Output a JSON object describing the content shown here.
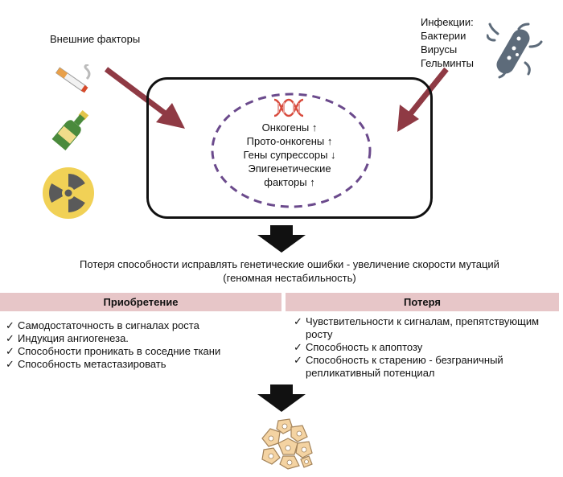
{
  "external": {
    "title": "Внешние факторы",
    "icons": [
      "cigarette-icon",
      "bottle-icon",
      "radiation-icon"
    ]
  },
  "infections": {
    "lines": [
      "Инфекции:",
      "Бактерии",
      "Вирусы",
      "Гельминты"
    ],
    "icon": "bacteria-icon"
  },
  "cell": {
    "icon": "dna-icon",
    "lines": [
      "Онкогены ↑",
      "Прото-онкогены ↑",
      "Гены супрессоры ↓",
      "Эпигенетические",
      "факторы ↑"
    ]
  },
  "result": {
    "line1": "Потеря способности исправлять генетические ошибки - увеличение скорости мутаций",
    "line2": "(геномная нестабильность)"
  },
  "gain": {
    "header": "Приобретение",
    "items": [
      "Самодостаточность в сигналах роста",
      "Индукция ангиогенеза.",
      "Способности проникать в соседние ткани",
      "Способность метастазировать"
    ]
  },
  "loss": {
    "header": "Потеря",
    "items": [
      "Чувствительности к сигналам, препятствующим росту",
      "Способность к апоптозу",
      "Способность к старению - безграничный репликативный потенциал"
    ]
  },
  "check_mark": "✓",
  "colors": {
    "arrow": "#8f3a44",
    "dashed": "#6b4a8c",
    "header_bg": "#e7c6c8",
    "bacteria": "#5d6b7a"
  }
}
